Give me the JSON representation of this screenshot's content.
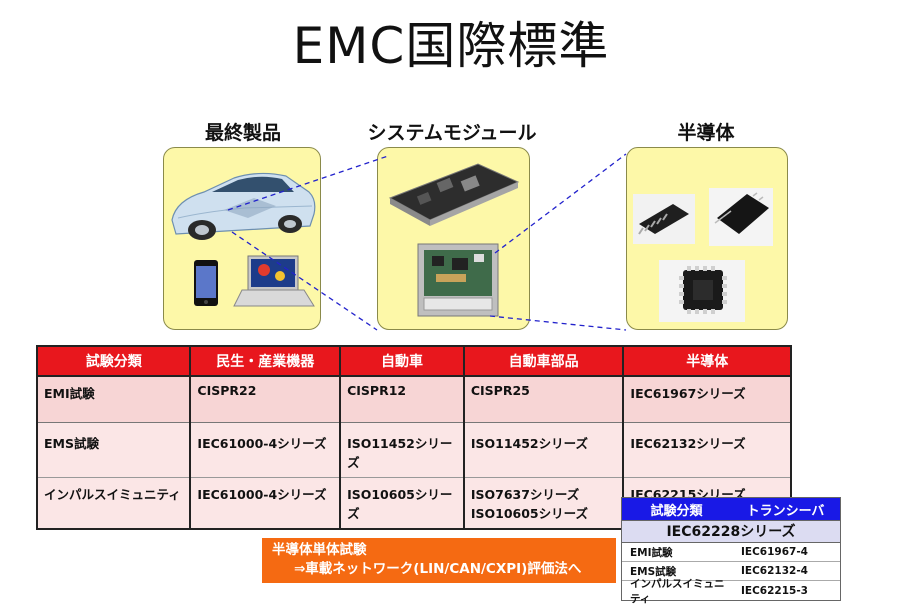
{
  "title": "EMC国際標準",
  "categories": {
    "final_product": "最終製品",
    "system_module": "システムモジュール",
    "semiconductor": "半導体"
  },
  "colors": {
    "panel_fill": "#fdf8a8",
    "table_header": "#e8171d",
    "connector": "#2222cc",
    "callout": "#f56a12",
    "small_header": "#1919e6"
  },
  "icons": [
    "car-image",
    "smartphone-image",
    "laptop-image",
    "pcb-board-image",
    "ecu-module-image",
    "soic-chip-image",
    "qfp-chip-image",
    "qfn-chip-image"
  ],
  "main_table": {
    "headers": [
      "試験分類",
      "民生・産業機器",
      "自動車",
      "自動車部品",
      "半導体"
    ],
    "rows": [
      [
        "EMI試験",
        "CISPR22",
        "CISPR12",
        "CISPR25",
        "IEC61967シリーズ"
      ],
      [
        "EMS試験",
        "IEC61000-4シリーズ",
        "ISO11452シリーズ",
        "ISO11452シリーズ",
        "IEC62132シリーズ"
      ],
      [
        "インパルスイミュニティ",
        "IEC61000-4シリーズ",
        "ISO10605シリーズ",
        "ISO7637シリーズ\nISO10605シリーズ",
        "IEC62215シリーズ"
      ]
    ]
  },
  "callout": {
    "line1": "半導体単体試験",
    "line2": "⇒車載ネットワーク(LIN/CAN/CXPI)評価法へ"
  },
  "small_table": {
    "headers": [
      "試験分類",
      "トランシーバ"
    ],
    "subheader": "IEC62228シリーズ",
    "rows": [
      [
        "EMI試験",
        "IEC61967-4"
      ],
      [
        "EMS試験",
        "IEC62132-4"
      ],
      [
        "インパルスイミュニティ",
        "IEC62215-3"
      ]
    ]
  }
}
